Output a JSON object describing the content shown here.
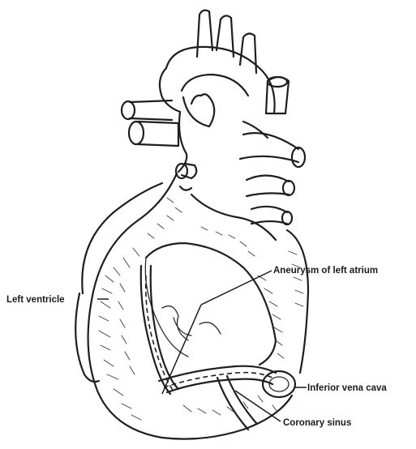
{
  "labels": {
    "left_ventricle": "Left ventricle",
    "aneurysm": "Aneurysm of left atrium",
    "ivc": "Inferior vena cava",
    "coronary_sinus": "Coronary sinus"
  }
}
